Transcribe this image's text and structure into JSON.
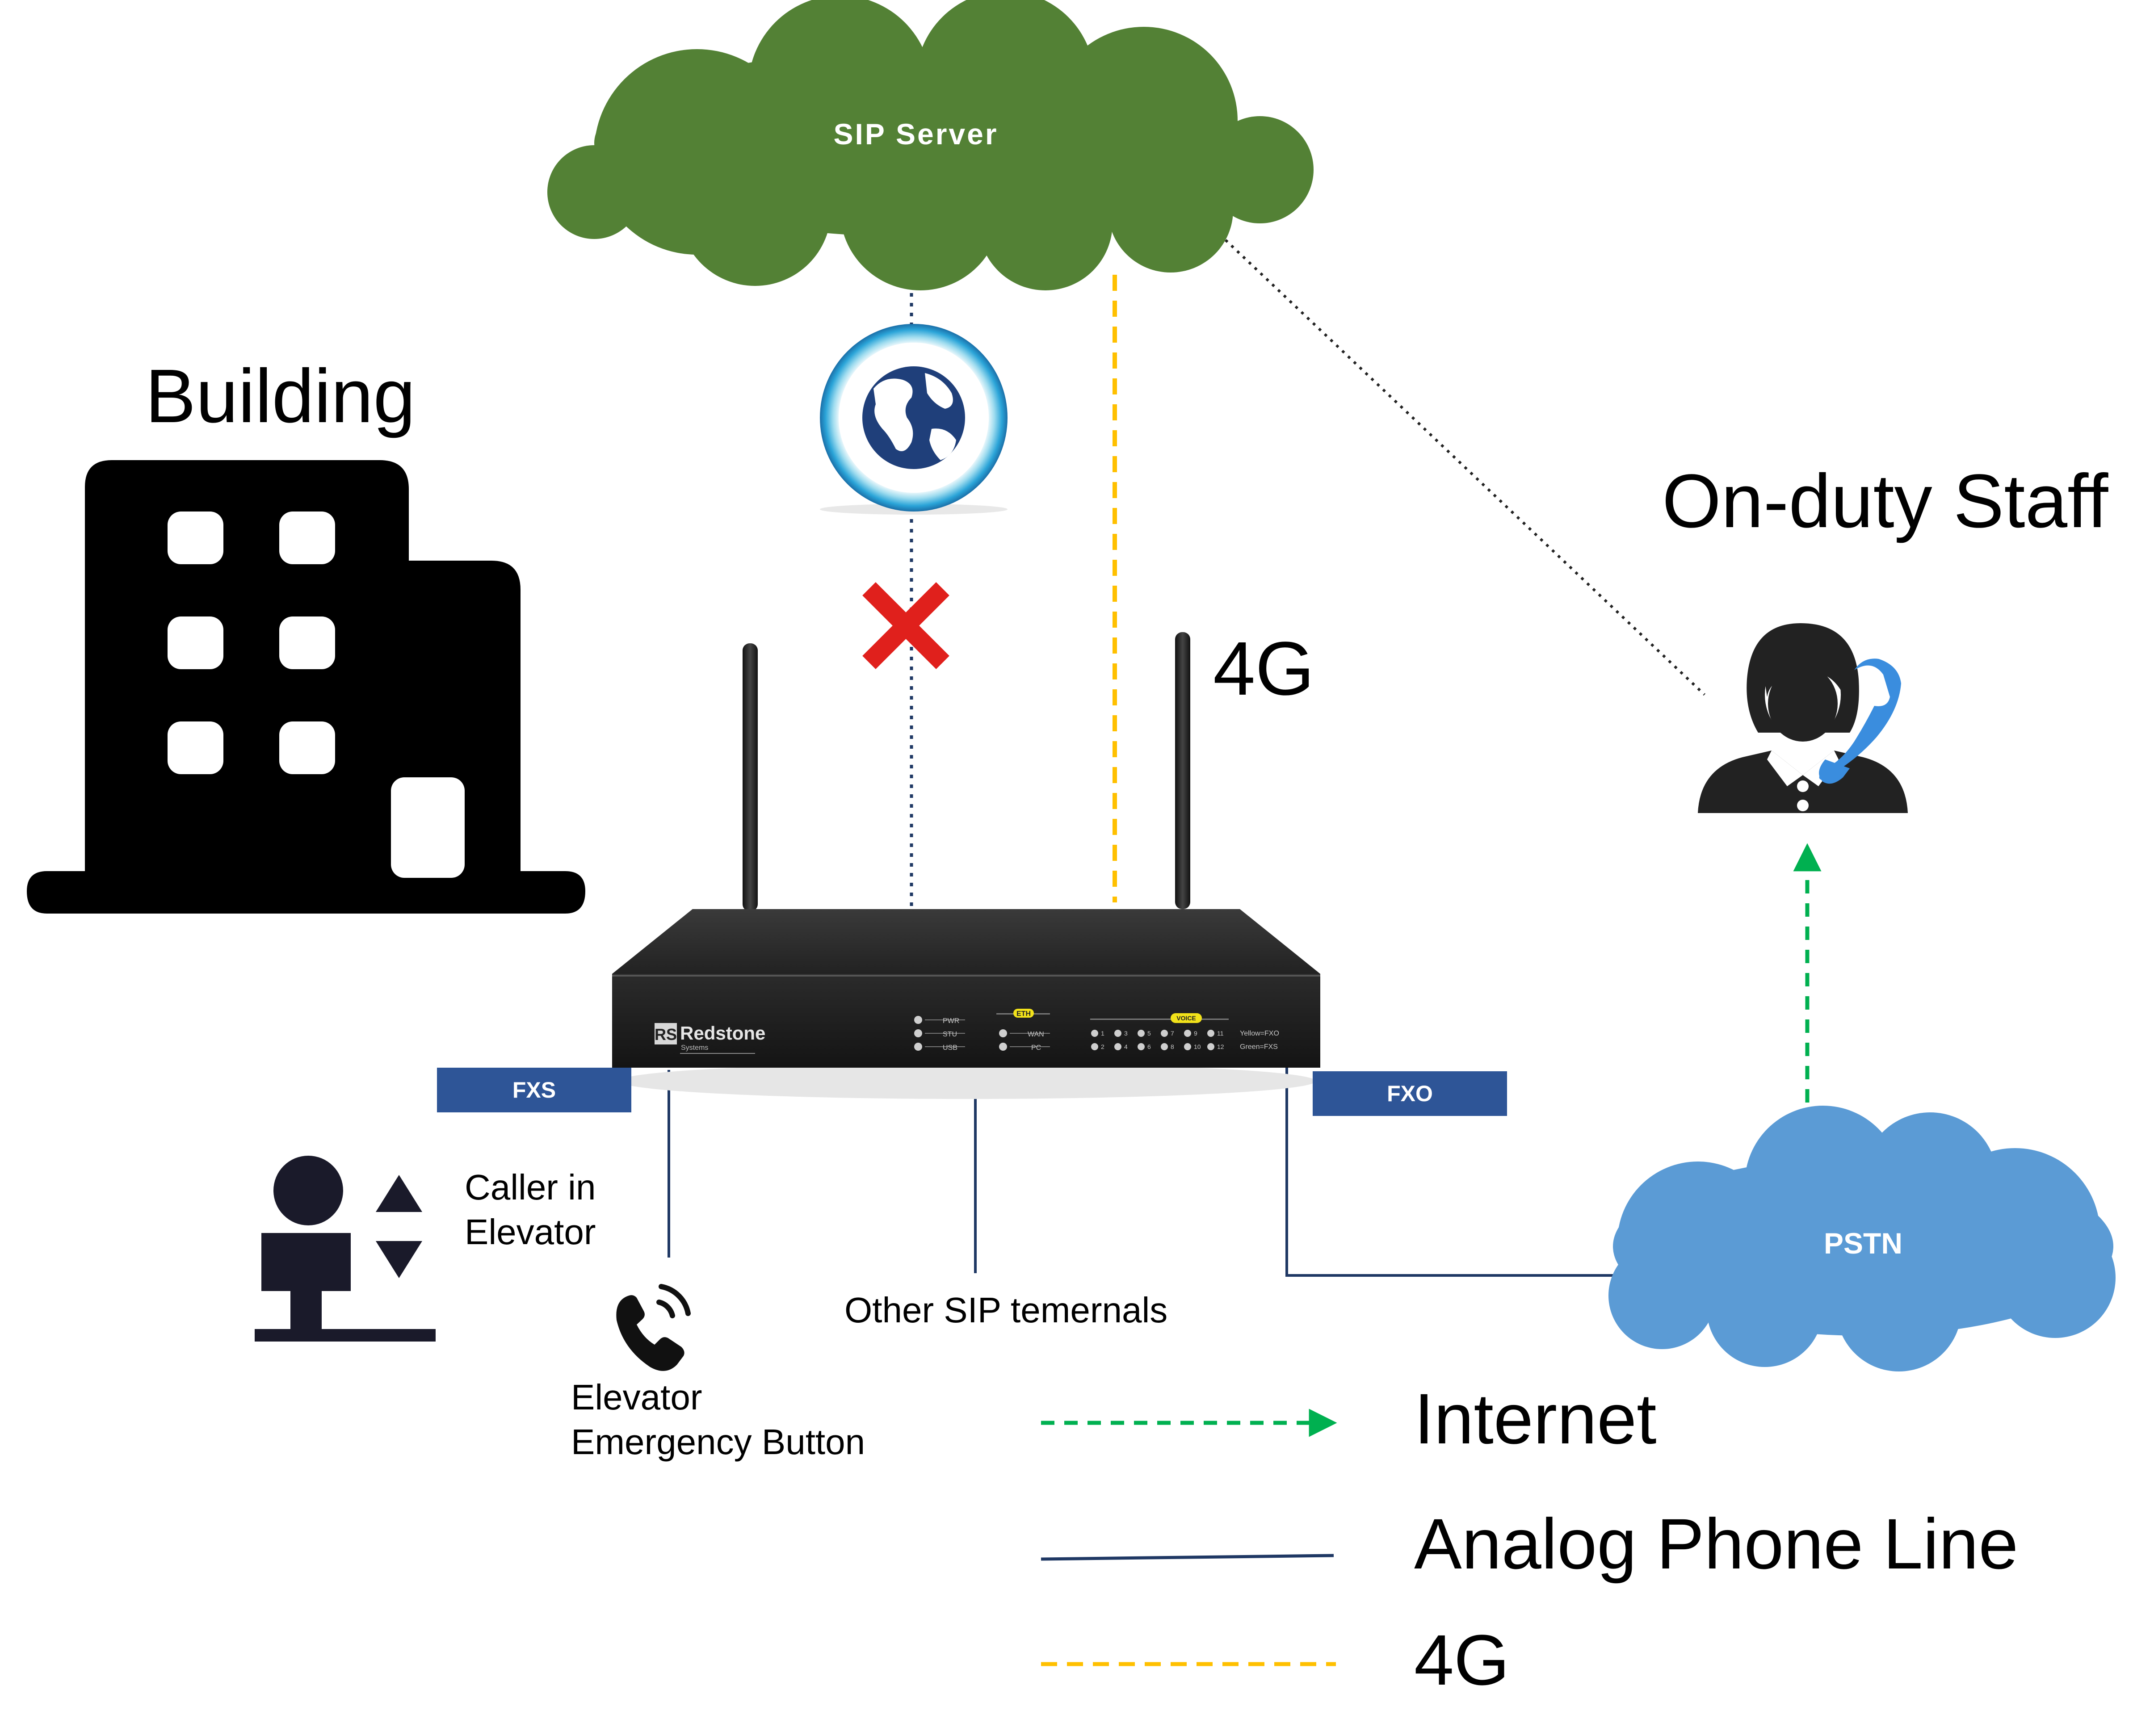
{
  "labels": {
    "building": "Building",
    "on_duty_staff": "On-duty Staff",
    "antenna_4g": "4G",
    "caller_in_elevator_line1": "Caller in",
    "caller_in_elevator_line2": "Elevator",
    "elevator_button_line1": "Elevator",
    "elevator_button_line2": "Emergency Button",
    "other_sip_terminals": "Other SIP temernals"
  },
  "clouds": {
    "sip_server": "SIP Server",
    "pstn": "PSTN"
  },
  "ports": {
    "fxs": "FXS",
    "fxo": "FXO"
  },
  "device": {
    "brand": "Redstone",
    "brand_sub": "Systems",
    "logo_mark": "RS",
    "group_eth": "ETH",
    "group_voice": "VOICE",
    "led_pwr": "PWR",
    "led_stu": "STU",
    "led_usb": "USB",
    "led_wan": "WAN",
    "led_pc": "PC",
    "voice_row1_numbers": [
      "1",
      "3",
      "5",
      "7",
      "9",
      "11"
    ],
    "voice_row2_numbers": [
      "2",
      "4",
      "6",
      "8",
      "10",
      "12"
    ],
    "legend_yellow": "Yellow=FXO",
    "legend_green": "Green=FXS"
  },
  "legend": {
    "items": [
      {
        "label": "Internet",
        "style": "dashed-green-arrow"
      },
      {
        "label": "Analog Phone Line",
        "style": "solid-navy"
      },
      {
        "label": "4G",
        "style": "dashed-yellow"
      }
    ]
  },
  "icons": {
    "building": "building-icon",
    "globe": "globe-icon",
    "blocked": "red-x-icon",
    "staff": "operator-headset-icon",
    "elevator_person": "elevator-person-icon",
    "emergency_phone": "ringing-phone-icon",
    "router": "router-icon"
  },
  "colors": {
    "sip_cloud": "#538135",
    "pstn_cloud": "#5b9bd5",
    "port_badge": "#2e5597",
    "internet_line": "#00b050",
    "analog_line": "#1f3864",
    "line_4g": "#ffc000",
    "red_x": "#e0201c",
    "staff_phone": "#3a8dde"
  }
}
